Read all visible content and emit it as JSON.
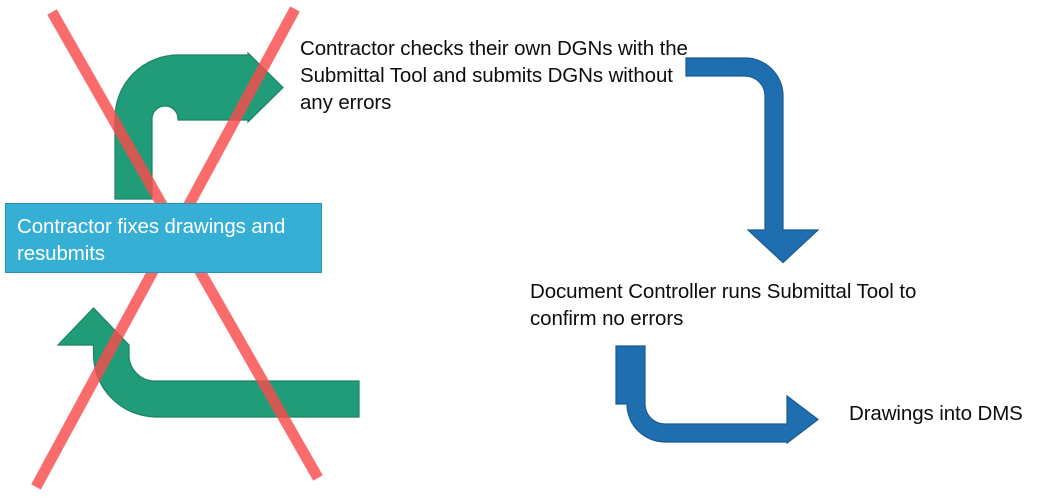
{
  "diagram": {
    "title": "Submittal Tool drawing submission process",
    "colors": {
      "green_arrow": "#219C78",
      "green_arrow_stroke": "#1B8265",
      "blue_arrow": "#1F6FB0",
      "blue_arrow_stroke": "#175A90",
      "blue_box_fill": "#35AFD3",
      "blue_box_stroke": "#2B93B2",
      "strikethrough_red": "#FA6262",
      "text_color": "#0D0D0D",
      "box_text_color": "#FFFFFF",
      "background": "#FFFFFF"
    },
    "labels": {
      "contractor_checks": "Contractor checks their own DGNs with the Submittal Tool and submits DGNs without any errors",
      "contractor_fixes": "Contractor fixes drawings and resubmits",
      "document_controller": "Document Controller runs Submittal Tool to confirm no errors",
      "drawings_into_dms": "Drawings into DMS"
    },
    "shapes": [
      {
        "name": "green-bent-arrow-up-right",
        "kind": "bent-arrow",
        "color": "#219C78",
        "direction": "up-then-right",
        "struck_out": true
      },
      {
        "name": "green-bent-arrow-left-up",
        "kind": "bent-arrow",
        "color": "#219C78",
        "direction": "left-then-up",
        "struck_out": true
      },
      {
        "name": "blue-bent-arrow-right-down",
        "kind": "bent-arrow",
        "color": "#1F6FB0",
        "direction": "right-then-down",
        "struck_out": false
      },
      {
        "name": "blue-bent-arrow-down-right",
        "kind": "bent-arrow",
        "color": "#1F6FB0",
        "direction": "down-then-right",
        "struck_out": false
      }
    ],
    "annotation": {
      "name": "red-cross-out",
      "description": "Large red X drawn over the left-hand rework loop",
      "stroke_color": "#FA6262",
      "stroke_width": 11
    }
  }
}
